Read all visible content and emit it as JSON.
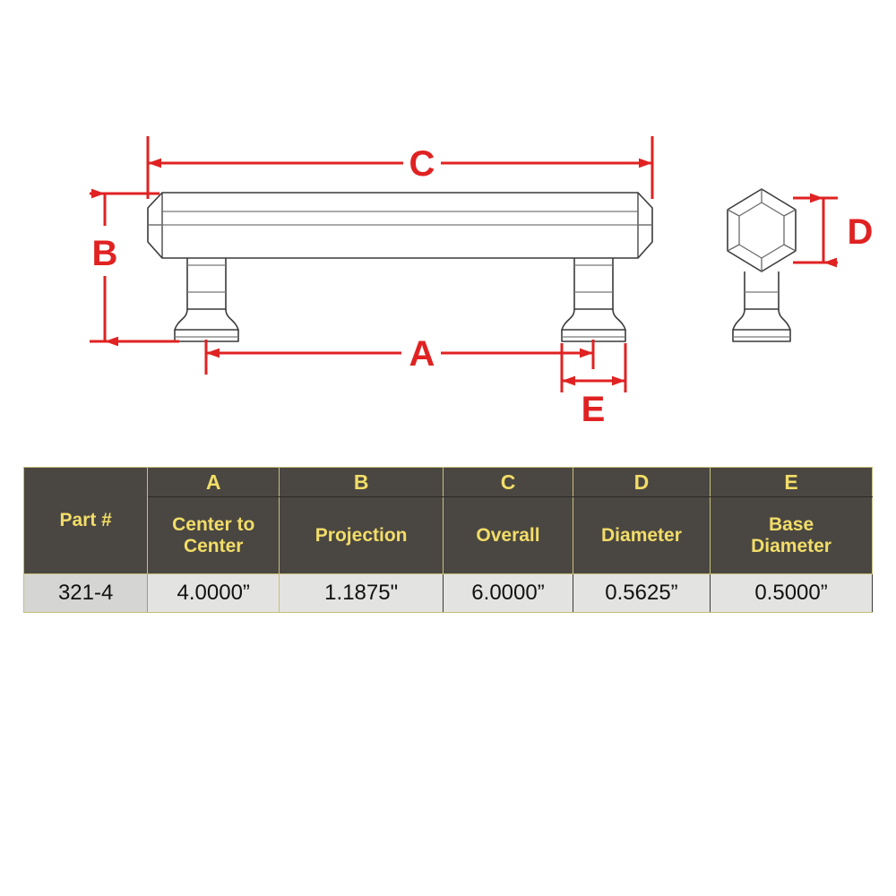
{
  "drawing": {
    "title": "Cabinet pull dimensioned drawing",
    "accent_red": "#e02222",
    "line_color": "#3a3a3a",
    "dimensions": {
      "a": "A",
      "b": "B",
      "c": "C",
      "d": "D",
      "e": "E"
    },
    "views": {
      "side_view": "side-elevation-of-pull",
      "end_view": "hexagonal-end-view"
    }
  },
  "table": {
    "letters": [
      "",
      "A",
      "B",
      "C",
      "D",
      "E"
    ],
    "names": [
      "Part #",
      "Center to Center",
      "Projection",
      "Overall",
      "Diameter",
      "Base Diameter"
    ],
    "name_lines": [
      [
        "Part #"
      ],
      [
        "Center to",
        "Center"
      ],
      [
        "Projection"
      ],
      [
        "Overall"
      ],
      [
        "Diameter"
      ],
      [
        "Base",
        "Diameter"
      ]
    ],
    "rows": [
      {
        "part": "321-4",
        "a": "4.0000”",
        "b": "1.1875\"",
        "c": "6.0000”",
        "d": "0.5625”",
        "e": "0.5000”"
      }
    ],
    "colors": {
      "header_bg": "#4a4742",
      "header_text": "#f2dd68",
      "grid": "#c8bf7a",
      "data_bg": "#e3e3e1",
      "part_bg": "#d5d5d3"
    }
  }
}
